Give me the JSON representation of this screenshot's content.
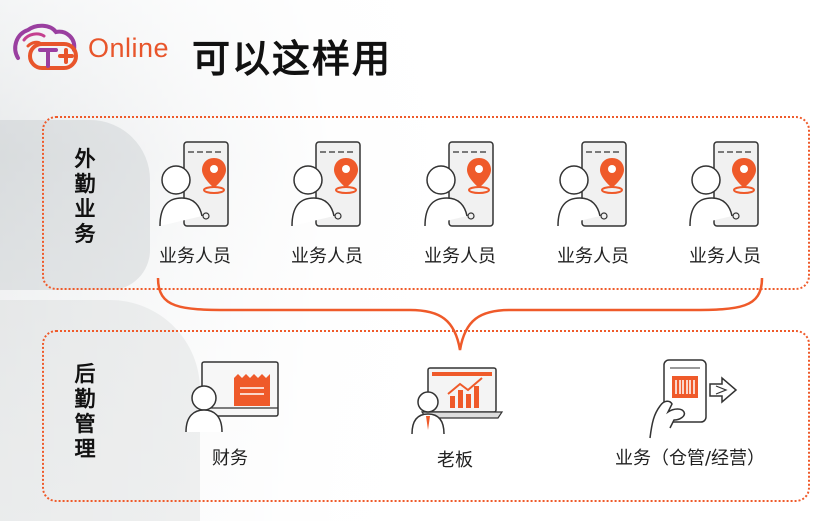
{
  "header": {
    "logo_text": "Online",
    "title": "可以这样用"
  },
  "top_panel": {
    "label": [
      "外",
      "勤",
      "业",
      "务"
    ],
    "items": [
      {
        "label": "业务人员",
        "icon": "field-staff-location-icon"
      },
      {
        "label": "业务人员",
        "icon": "field-staff-location-icon"
      },
      {
        "label": "业务人员",
        "icon": "field-staff-location-icon"
      },
      {
        "label": "业务人员",
        "icon": "field-staff-location-icon"
      },
      {
        "label": "业务人员",
        "icon": "field-staff-location-icon"
      }
    ]
  },
  "bottom_panel": {
    "label": [
      "后",
      "勤",
      "管",
      "理"
    ],
    "roles": [
      {
        "label": "财务",
        "icon": "finance-monitor-icon"
      },
      {
        "label": "老板",
        "icon": "boss-laptop-chart-icon"
      },
      {
        "label": "业务（仓管/经营）",
        "icon": "phone-barcode-scan-icon"
      }
    ]
  },
  "colors": {
    "accent": "#ef5a2a",
    "logo_purple": "#9a3fa0",
    "text": "#111111"
  }
}
